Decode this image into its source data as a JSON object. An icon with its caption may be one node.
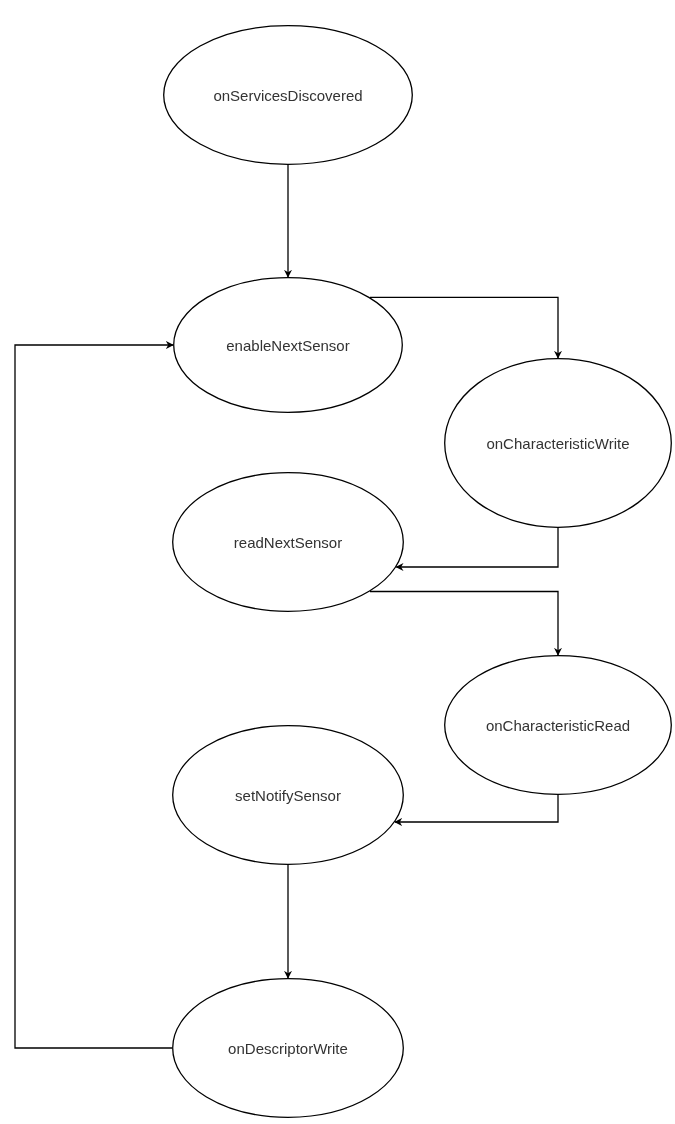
{
  "diagram": {
    "nodes": [
      {
        "text": [
          "onServicesDiscovered"
        ]
      },
      {
        "text": [
          "enableNextSensor"
        ]
      },
      {
        "text": [
          "onCharacteristicWrite"
        ]
      },
      {
        "text": [
          "readNextSensor"
        ]
      },
      {
        "text": [
          "onCharacteristicRead"
        ]
      },
      {
        "text": [
          "setNotifySensor"
        ]
      },
      {
        "text": [
          "onDescriptorWrite"
        ]
      }
    ],
    "edges": [
      {
        "from": 0,
        "to": 1,
        "arrow": "to"
      },
      {
        "from": 1,
        "to": 2,
        "arrow": "to"
      },
      {
        "from": 2,
        "to": 3,
        "arrow": "to"
      },
      {
        "from": 3,
        "to": 4,
        "arrow": "to"
      },
      {
        "from": 4,
        "to": 5,
        "arrow": "to"
      },
      {
        "from": 5,
        "to": 6,
        "arrow": "to"
      },
      {
        "from": 6,
        "to": 1,
        "arrow": "to"
      }
    ]
  }
}
